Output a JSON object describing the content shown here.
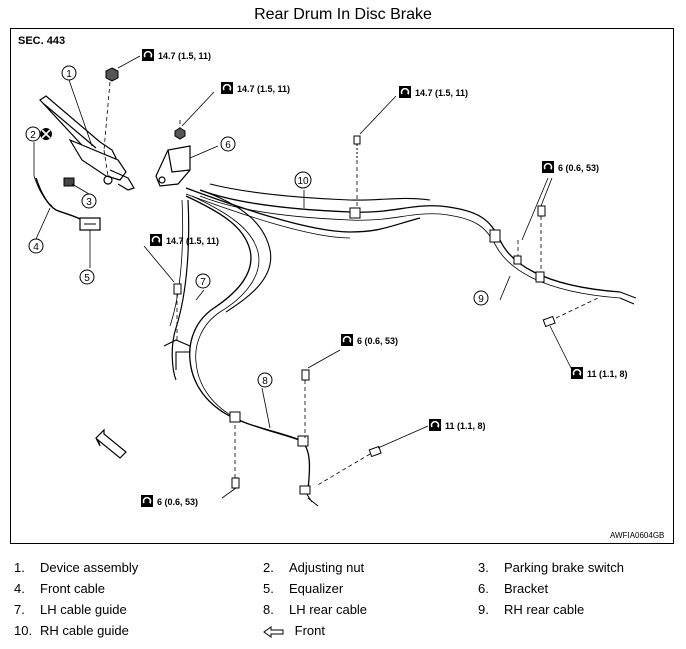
{
  "title": "Rear Drum In Disc Brake",
  "section": "SEC. 443",
  "figure_code": "AWFIA0604GB",
  "torques": {
    "t_a": "14.7 (1.5, 11)",
    "t_b": "14.7 (1.5, 11)",
    "t_c": "14.7 (1.5, 11)",
    "t_d": "6 (0.6, 53)",
    "t_e": "14.7 (1.5, 11)",
    "t_f": "6 (0.6, 53)",
    "t_g": "11 (1.1, 8)",
    "t_h": "11 (1.1, 8)",
    "t_i": "6 (0.6, 53)"
  },
  "callouts": [
    "1",
    "2",
    "3",
    "4",
    "5",
    "6",
    "7",
    "8",
    "9",
    "10"
  ],
  "legend": [
    {
      "num": "1.",
      "label": "Device assembly"
    },
    {
      "num": "2.",
      "label": "Adjusting nut"
    },
    {
      "num": "3.",
      "label": "Parking brake switch"
    },
    {
      "num": "4.",
      "label": "Front cable"
    },
    {
      "num": "5.",
      "label": "Equalizer"
    },
    {
      "num": "6.",
      "label": "Bracket"
    },
    {
      "num": "7.",
      "label": "LH cable guide"
    },
    {
      "num": "8.",
      "label": "LH rear cable"
    },
    {
      "num": "9.",
      "label": "RH rear cable"
    },
    {
      "num": "10.",
      "label": "RH cable guide"
    }
  ],
  "front_label": "Front"
}
